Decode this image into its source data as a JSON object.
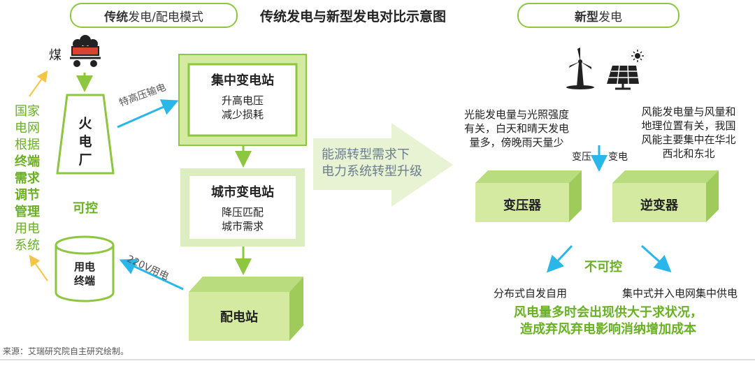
{
  "header": {
    "left_tab": {
      "bold": "传统",
      "rest": "发电/配电模式"
    },
    "title": "传统发电与新型发电对比示意图",
    "right_tab": {
      "bold": "新型",
      "rest": "发电"
    }
  },
  "left": {
    "coal_label": "煤",
    "plant_label": [
      "火",
      "电",
      "厂"
    ],
    "side_text": {
      "plain1": [
        "国家",
        "电网",
        "根据"
      ],
      "bold": [
        "终端",
        "需求",
        "调节",
        "管理"
      ],
      "plain2": [
        "用电",
        "系统"
      ]
    },
    "controllable": "可控",
    "terminal_label": [
      "用电",
      "终端"
    ],
    "uhv_label": "特高压输电",
    "v220_label": "220V用电",
    "central_station": {
      "title": "集中变电站",
      "lines": [
        "升高电压",
        "减少损耗"
      ]
    },
    "city_station": {
      "title": "城市变电站",
      "lines": [
        "降压匹配",
        "城市需求"
      ]
    },
    "distribution": "配电站"
  },
  "center": {
    "lines": [
      "能源转型需求下",
      "电力系统转型升级"
    ]
  },
  "right": {
    "solar_text": [
      "光能发电量与光照强度",
      "有关，白天和晴天发电",
      "量多，傍晚雨天量少"
    ],
    "wind_text": [
      "风能发电量与风量和",
      "地理位置有关，我国",
      "风能主要集中在华北",
      "西北和东北"
    ],
    "arrow_left_label": "变压",
    "arrow_right_label": "变电",
    "transformer": "变压器",
    "inverter": "逆变器",
    "uncontrollable": "不可控",
    "distributed": "分布式自发自用",
    "centralized": "集中式并入电网集中供电",
    "conclusion": [
      "风电量多时会出现供大于求状况，",
      "造成弃风弃电影响消纳增加成本"
    ]
  },
  "footer": {
    "source": "来源：艾瑞研究院自主研究绘制。"
  },
  "colors": {
    "green": "#8dc63f",
    "green_dark": "#6ab023",
    "box_light": "#cfe6a6",
    "box_face": "#d3eaa0",
    "blue_arrow": "#29b6e8",
    "yellow_arrow": "#f6c445"
  }
}
